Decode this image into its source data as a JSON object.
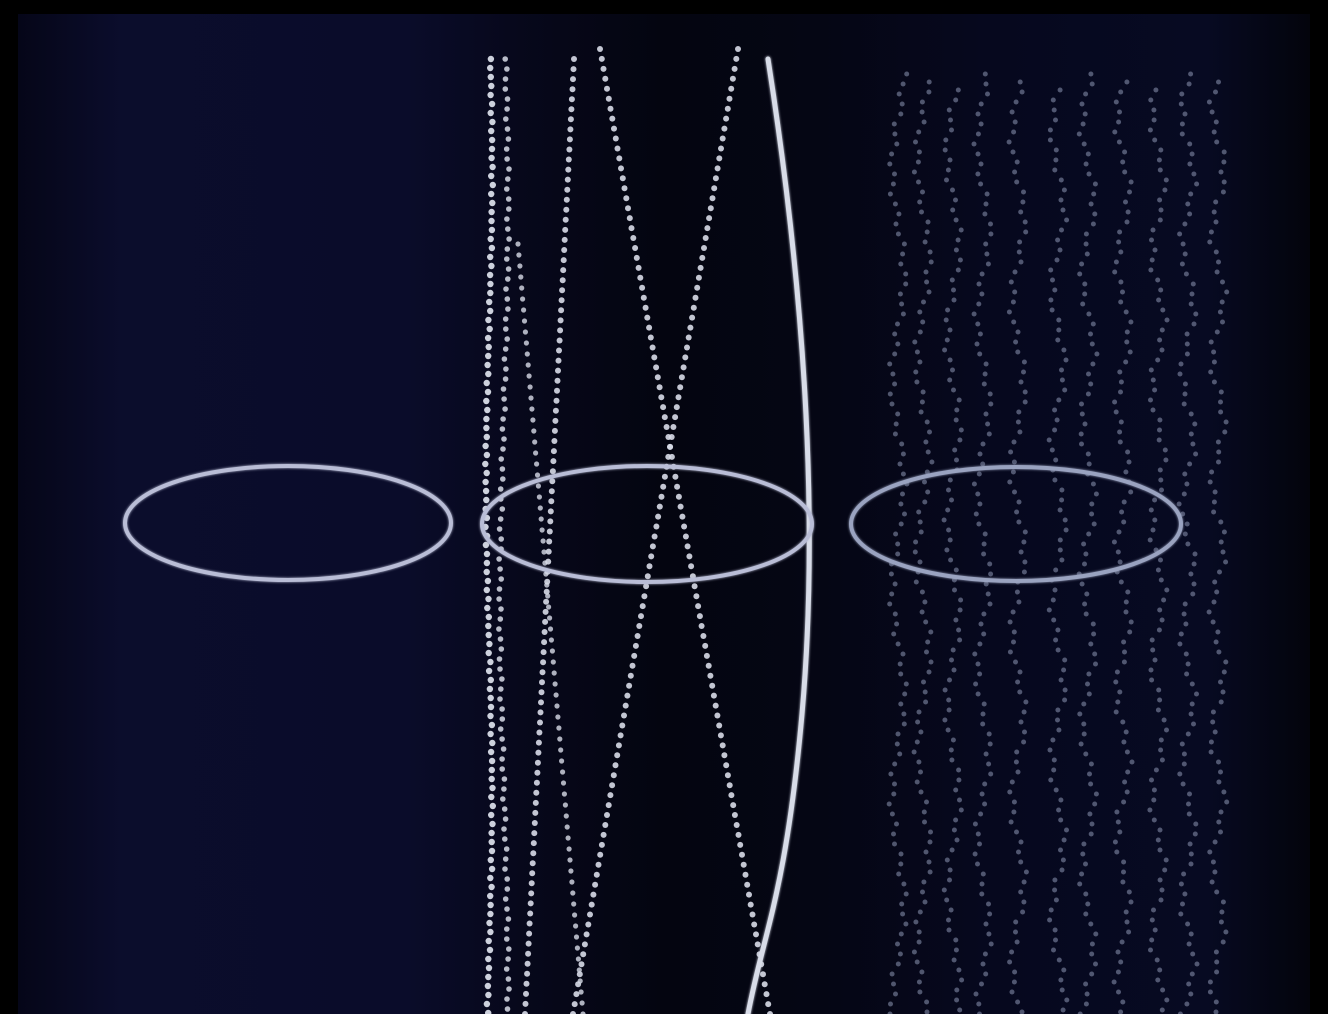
{
  "scene": {
    "background_color": "#080a24",
    "stroke_color": "#d8dce8",
    "dim_stroke_color": "#8e97b4",
    "panels": [
      {
        "name": "left",
        "style": "solid-ellipse-only"
      },
      {
        "name": "center",
        "style": "dotted-crossing-lines"
      },
      {
        "name": "right",
        "style": "dim-dotted-vertical-lines"
      }
    ]
  }
}
